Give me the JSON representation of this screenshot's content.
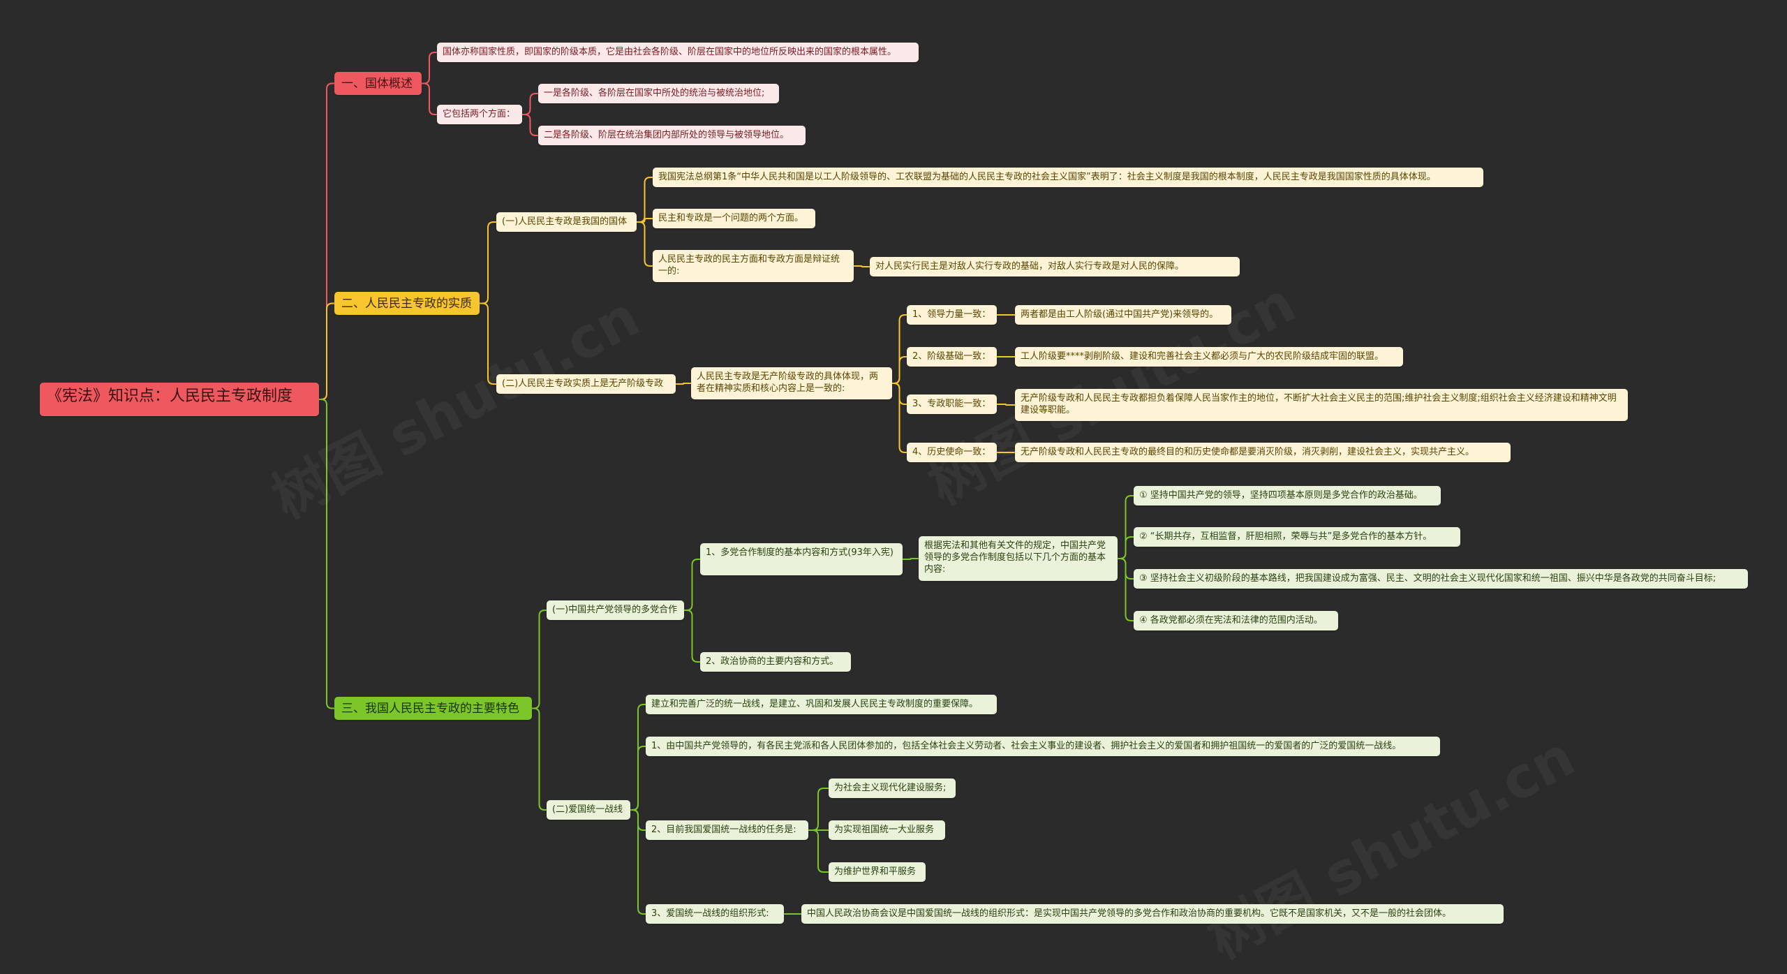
{
  "colors": {
    "background": "#2b2b2b",
    "red_branch": "#f0585f",
    "yellow_branch": "#f7c52d",
    "green_branch": "#7cc62a"
  },
  "root": {
    "label": "《宪法》知识点：人民民主专政制度"
  },
  "branches": {
    "b1": {
      "label": "一、国体概述",
      "n1": "国体亦称国家性质，即国家的阶级本质，它是由社会各阶级、阶层在国家中的地位所反映出来的国家的根本属性。",
      "n2": "它包括两个方面：",
      "n2a": "一是各阶级、各阶层在国家中所处的统治与被统治地位;",
      "n2b": "二是各阶级、阶层在统治集团内部所处的领导与被领导地位。"
    },
    "b2": {
      "label": "二、人民民主专政的实质",
      "s1": "(一)人民民主专政是我国的国体",
      "s1a": "我国宪法总纲第1条“中华人民共和国是以工人阶级领导的、工农联盟为基础的人民民主专政的社会主义国家”表明了：社会主义制度是我国的根本制度，人民民主专政是我国国家性质的具体体现。",
      "s1b": "民主和专政是一个问题的两个方面。",
      "s1c": "人民民主专政的民主方面和专政方面是辩证统一的:",
      "s1c1": "对人民实行民主是对敌人实行专政的基础，对敌人实行专政是对人民的保障。",
      "s2": "(二)人民民主专政实质上是无产阶级专政",
      "s2a": "人民民主专政是无产阶级专政的具体体现，两者在精神实质和核心内容上是一致的:",
      "s2a1": "1、领导力量一致：",
      "s2a1v": "两者都是由工人阶级(通过中国共产党)来领导的。",
      "s2a2": "2、阶级基础一致：",
      "s2a2v": "工人阶级要****剥削阶级、建设和完善社会主义都必须与广大的农民阶级结成牢固的联盟。",
      "s2a3": "3、专政职能一致：",
      "s2a3v": "无产阶级专政和人民民主专政都担负着保障人民当家作主的地位，不断扩大社会主义民主的范围;维护社会主义制度;组织社会主义经济建设和精神文明建设等职能。",
      "s2a4": "4、历史使命一致：",
      "s2a4v": "无产阶级专政和人民民主专政的最终目的和历史使命都是要消灭阶级，消灭剥削，建设社会主义，实现共产主义。"
    },
    "b3": {
      "label": "三、我国人民民主专政的主要特色",
      "s1": "(一)中国共产党领导的多党合作",
      "s1a": "1、多党合作制度的基本内容和方式(93年入宪)",
      "s1a1": "根据宪法和其他有关文件的规定，中国共产党领导的多党合作制度包括以下几个方面的基本内容:",
      "s1a1a": "① 坚持中国共产党的领导，坚持四项基本原则是多党合作的政治基础。",
      "s1a1b": "② “长期共存，互相监督，肝胆相照，荣辱与共”是多党合作的基本方针。",
      "s1a1c": "③ 坚持社会主义初级阶段的基本路线，把我国建设成为富强、民主、文明的社会主义现代化国家和统一祖国、振兴中华是各政党的共同奋斗目标;",
      "s1a1d": "④ 各政党都必须在宪法和法律的范围内活动。",
      "s1b": "2、政治协商的主要内容和方式。",
      "s2": "(二)爱国统一战线",
      "s2a": "建立和完善广泛的统一战线，是建立、巩固和发展人民民主专政制度的重要保障。",
      "s2b": "1、由中国共产党领导的，有各民主党派和各人民团体参加的，包括全体社会主义劳动者、社会主义事业的建设者、拥护社会主义的爱国者和拥护祖国统一的爱国者的广泛的爱国统一战线。",
      "s2c": "2、目前我国爱国统一战线的任务是:",
      "s2c1": "为社会主义现代化建设服务;",
      "s2c2": "为实现祖国统一大业服务",
      "s2c3": "为维护世界和平服务",
      "s2d": "3、爱国统一战线的组织形式:",
      "s2d1": "中国人民政治协商会议是中国爱国统一战线的组织形式：是实现中国共产党领导的多党合作和政治协商的重要机构。它既不是国家机关，又不是一般的社会团体。"
    }
  }
}
